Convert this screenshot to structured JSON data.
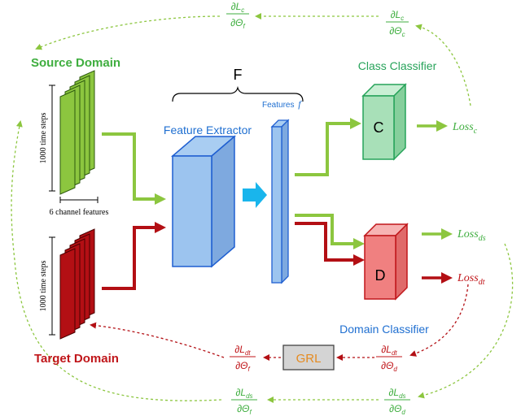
{
  "labels": {
    "source_domain": "Source Domain",
    "target_domain": "Target Domain",
    "feature_extractor": "Feature Extractor",
    "class_classifier": "Class Classifier",
    "domain_classifier": "Domain Classifier",
    "features_word": "Features",
    "features_symbol": "f",
    "f_brace": "F",
    "c_box": "C",
    "d_box": "D",
    "grl": "GRL",
    "time_steps_top": "1000 time steps",
    "time_steps_bottom": "1000 time steps",
    "channel_features": "6 channel features"
  },
  "losses": {
    "loss_c": {
      "base": "Loss",
      "sub": "c"
    },
    "loss_ds": {
      "base": "Loss",
      "sub": "ds"
    },
    "loss_dt": {
      "base": "Loss",
      "sub": "dt"
    }
  },
  "gradients": {
    "top_right": {
      "num": "∂L",
      "num_sub": "c",
      "den": "∂Θ",
      "den_sub": "c"
    },
    "top_left": {
      "num": "∂L",
      "num_sub": "c",
      "den": "∂Θ",
      "den_sub": "f"
    },
    "mid_right": {
      "num": "∂L",
      "num_sub": "dt",
      "den": "∂Θ",
      "den_sub": "d"
    },
    "mid_left": {
      "num": "∂L",
      "num_sub": "dt",
      "den": "∂Θ",
      "den_sub": "f"
    },
    "bot_right": {
      "num": "∂L",
      "num_sub": "ds",
      "den": "∂Θ",
      "den_sub": "d"
    },
    "bot_left": {
      "num": "∂L",
      "num_sub": "ds",
      "den": "∂Θ",
      "den_sub": "f"
    }
  },
  "colors": {
    "green": "#8cc63f",
    "green_text": "#3fae3f",
    "red": "#b30f14",
    "red_text": "#c0161a",
    "blue": "#1f6fd1",
    "cyan_arrow": "#19b5ec",
    "class_box": "#a8e0b8",
    "domain_box": "#f08080",
    "grl_fill": "#d4d4d4",
    "grl_text": "#e58a1f"
  }
}
